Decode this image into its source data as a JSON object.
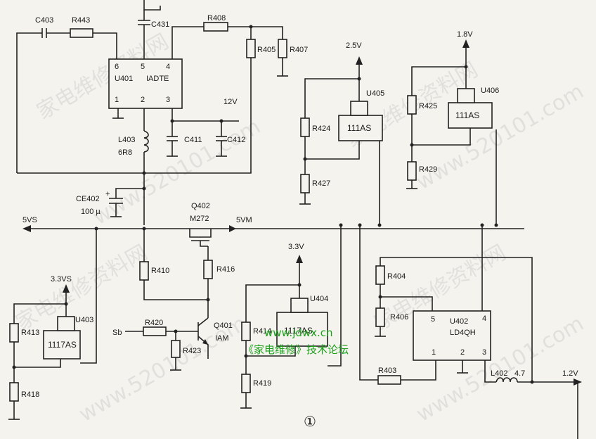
{
  "circuit": {
    "chips": {
      "u401": {
        "ref": "U401",
        "part": "IADTE",
        "pins": [
          "6",
          "5",
          "4",
          "1",
          "2",
          "3"
        ]
      },
      "u405": {
        "ref": "U405",
        "part": "111AS"
      },
      "u406": {
        "ref": "U406",
        "part": "111AS"
      },
      "u403": {
        "ref": "U403",
        "part": "1117AS"
      },
      "u404": {
        "ref": "U404",
        "part": "1117AS"
      },
      "u402": {
        "ref": "U402",
        "part": "LD4QH",
        "pins": [
          "5",
          "4",
          "1",
          "2",
          "3"
        ]
      }
    },
    "components": {
      "c403": "C403",
      "r443": "R443",
      "c431": "C431",
      "r408": "R408",
      "r405": "R405",
      "r407": "R407",
      "c411": "C411",
      "c412": "C412",
      "l403": "L403",
      "l403_val": "6R8",
      "ce402": "CE402",
      "ce402_val": "100 µ",
      "q402": "Q402",
      "q402_part": "M272",
      "r410": "R410",
      "r416": "R416",
      "r420": "R420",
      "r423": "R423",
      "q401": "Q401",
      "q401_part": "IAM",
      "r424": "R424",
      "r427": "R427",
      "r425": "R425",
      "r429": "R429",
      "r413": "R413",
      "r418": "R418",
      "r414": "R414",
      "r419": "R419",
      "r404": "R404",
      "r406": "R406",
      "r403": "R403",
      "l402": "L402",
      "l402_val": "4.7"
    },
    "nets": {
      "v12": "12V",
      "v5vs": "5VS",
      "v5vm": "5VM",
      "v25": "2.5V",
      "v18": "1.8V",
      "v33vs": "3.3VS",
      "v33": "3.3V",
      "v12out": "1.2V",
      "sb": "Sb"
    },
    "figure_number": "①"
  },
  "watermark": {
    "site": "www.jdwx.cn",
    "forum": "《家电维修》技术论坛",
    "text_cn": "家电维修资料网",
    "text_num": "www.520101.com"
  }
}
